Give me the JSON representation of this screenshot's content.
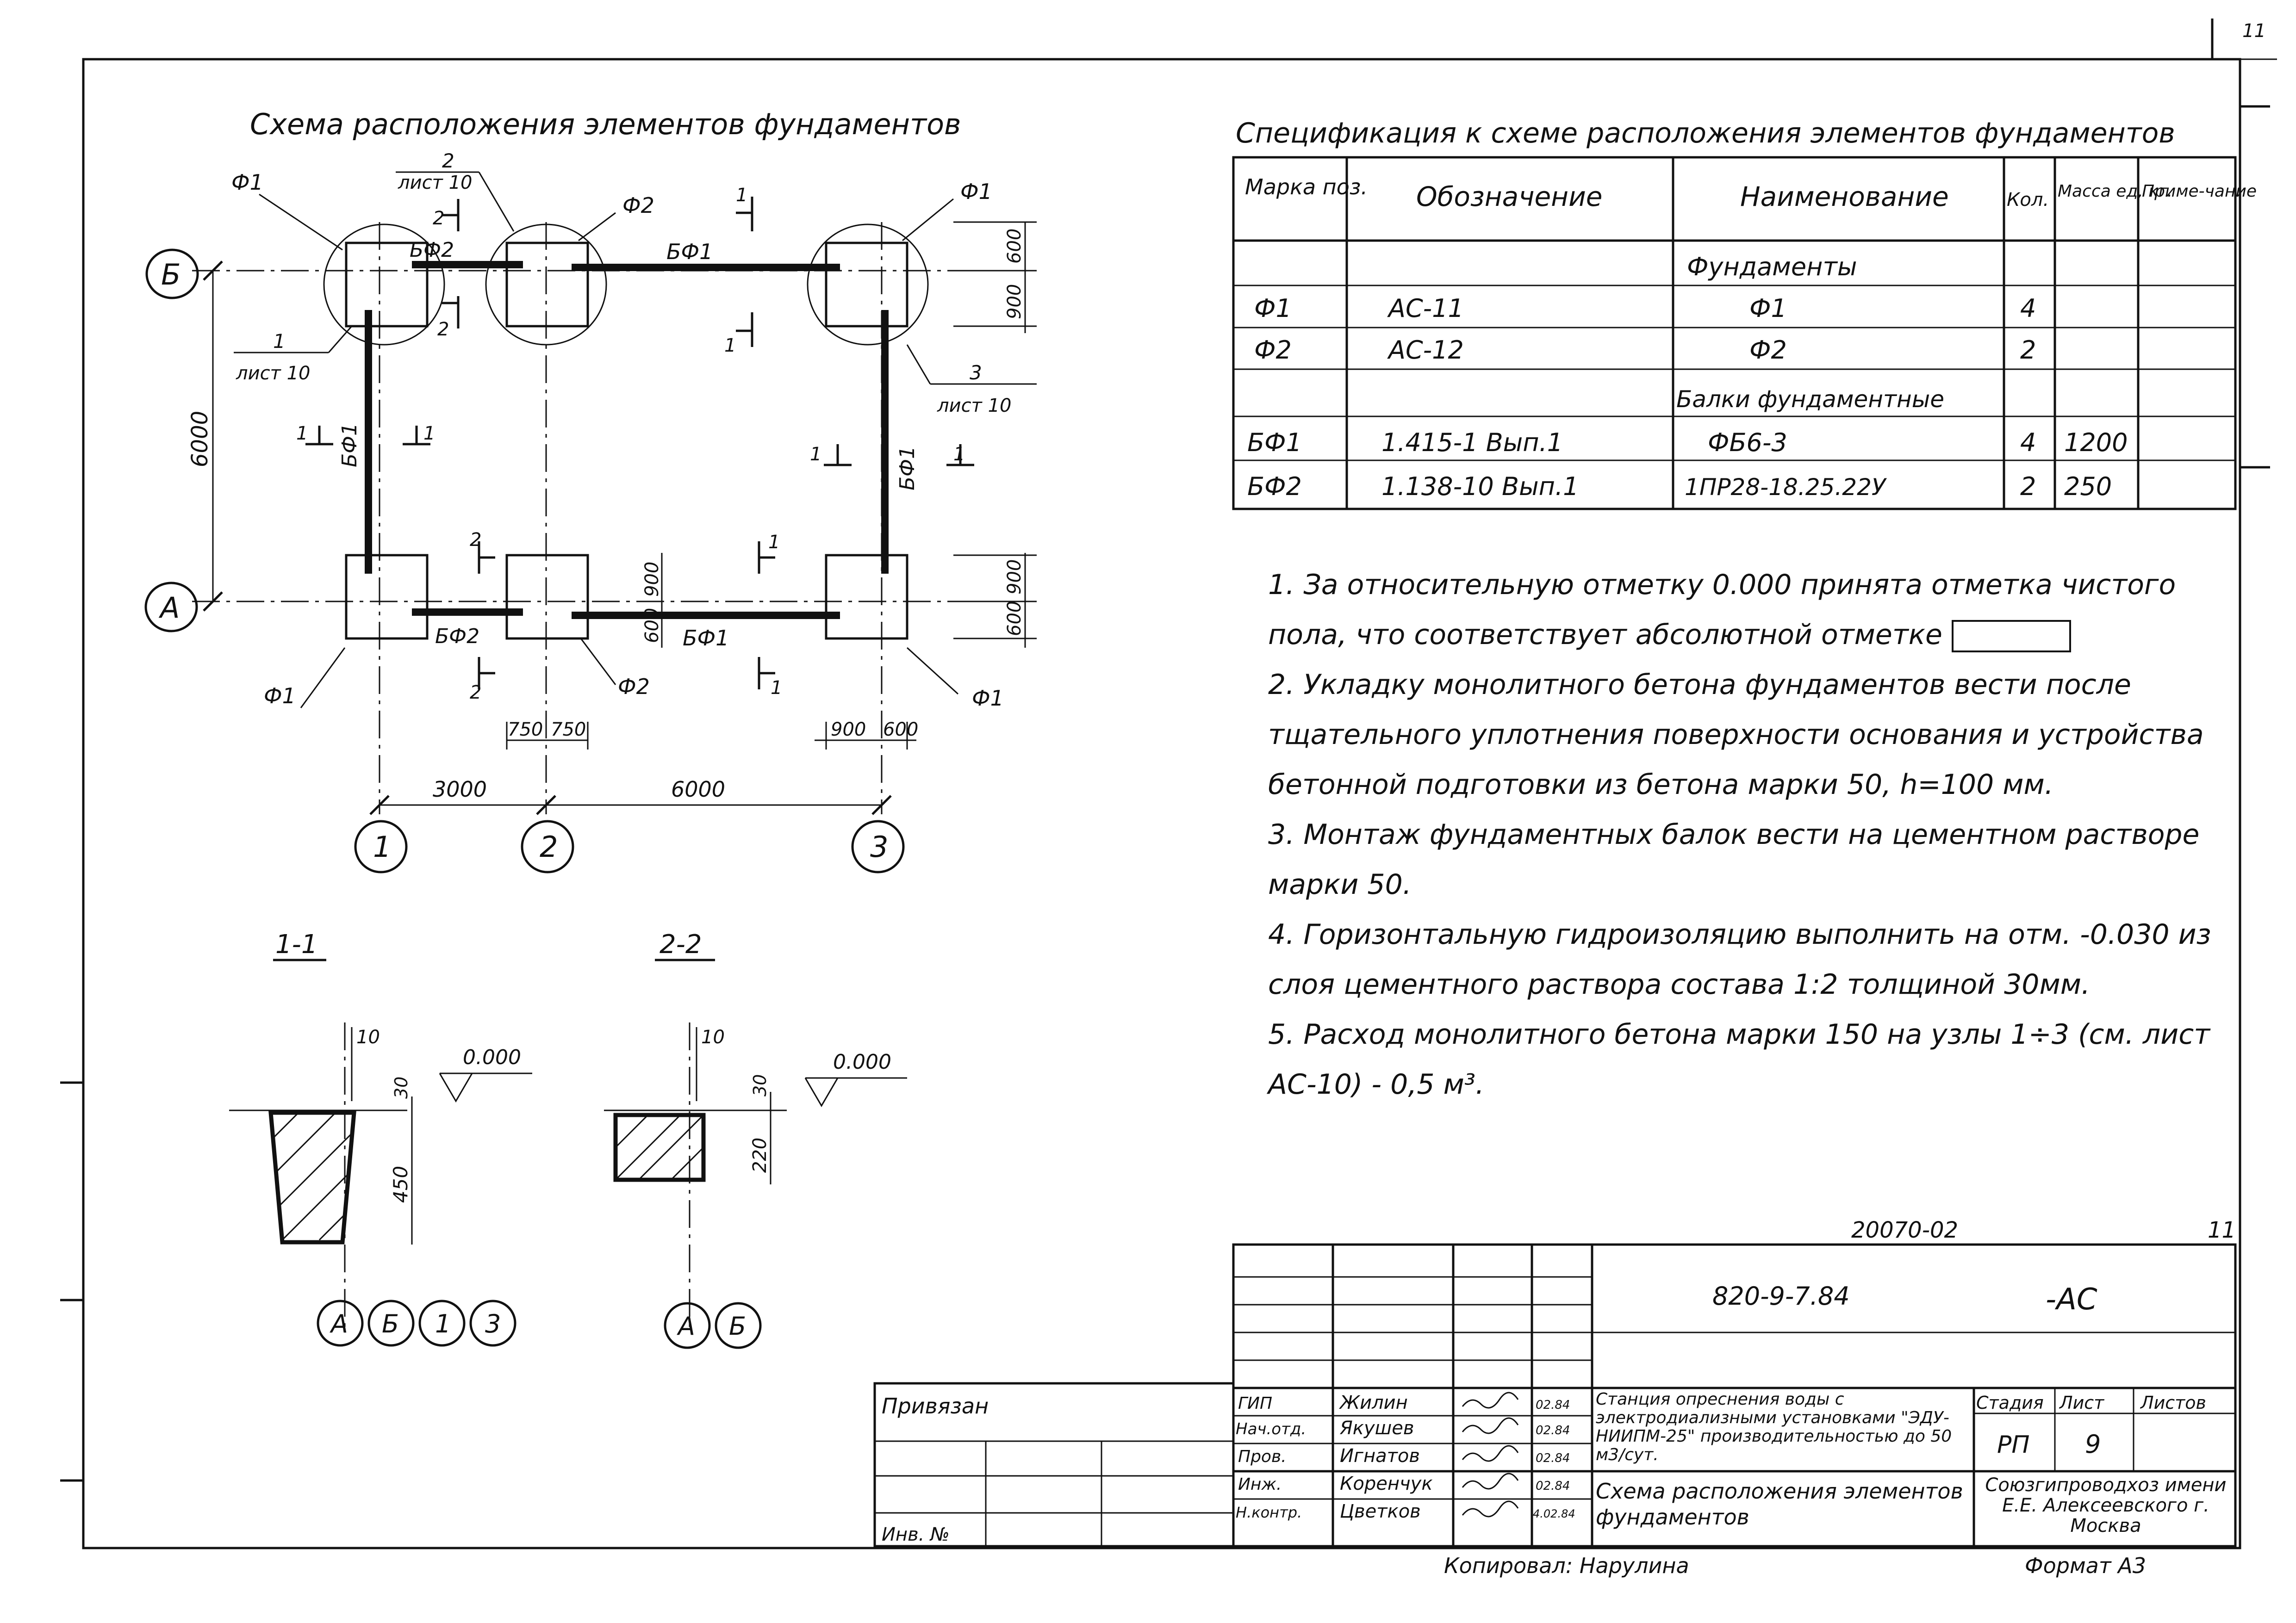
{
  "page_number": "11",
  "scheme_title": "Схема расположения элементов фундаментов",
  "plan": {
    "axes_rows": [
      "Б",
      "А"
    ],
    "axes_cols": [
      "1",
      "2",
      "3"
    ],
    "labels": {
      "f1": "Ф1",
      "f2": "Ф2",
      "bf1": "БФ1",
      "bf2": "БФ2",
      "sec1": "1",
      "sec2": "2",
      "sec3": "3",
      "list10": "лист 10"
    },
    "dims": {
      "d6000": "6000",
      "d3000": "3000",
      "d600": "600",
      "d900": "900",
      "d750": "750"
    }
  },
  "sections": {
    "s11": {
      "title": "1-1",
      "d10": "10",
      "d30": "30",
      "d450": "450",
      "level": "0.000",
      "axes": [
        "А",
        "Б",
        "1",
        "3"
      ]
    },
    "s22": {
      "title": "2-2",
      "d10": "10",
      "d30": "30",
      "d220": "220",
      "level": "0.000",
      "axes": [
        "А",
        "Б"
      ]
    }
  },
  "spec": {
    "title": "Спецификация к схеме расположения элементов фундаментов",
    "headers": [
      "Марка поз.",
      "Обозначение",
      "Наименование",
      "Кол.",
      "Масса ед, кг.",
      "Приме-чание"
    ],
    "rows": [
      {
        "mark": "",
        "designation": "",
        "name": "Фундаменты",
        "qty": "",
        "mass": "",
        "note": ""
      },
      {
        "mark": "Ф1",
        "designation": "АС-11",
        "name": "Ф1",
        "qty": "4",
        "mass": "",
        "note": ""
      },
      {
        "mark": "Ф2",
        "designation": "АС-12",
        "name": "Ф2",
        "qty": "2",
        "mass": "",
        "note": ""
      },
      {
        "mark": "",
        "designation": "",
        "name": "Балки фундаментные",
        "qty": "",
        "mass": "",
        "note": ""
      },
      {
        "mark": "БФ1",
        "designation": "1.415-1 Вып.1",
        "name": "ФБ6-3",
        "qty": "4",
        "mass": "1200",
        "note": ""
      },
      {
        "mark": "БФ2",
        "designation": "1.138-10 Вып.1",
        "name": "1ПР28-18.25.22У",
        "qty": "2",
        "mass": "250",
        "note": ""
      }
    ]
  },
  "notes": [
    "1. За относительную отметку 0.000 принята отметка чистого пола, что соответствует абсолютной отметке",
    "2. Укладку монолитного бетона фундаментов вести после тщательного уплотнения поверхности основания и устройства бетонной подготовки из бетона марки 50, h=100 мм.",
    "3. Монтаж фундаментных балок вести на цементном растворе марки 50.",
    "4. Горизонтальную гидроизоляцию выполнить на отм. -0.030 из слоя цементного раствора состава 1:2 толщиной 30мм.",
    "5. Расход монолитного бетона марки 150 на узлы 1÷3 (см. лист АС-10) - 0,5 м³."
  ],
  "title_block": {
    "archive_no": "20070-02",
    "sheet_mark": "11",
    "code": "820-9-7.84",
    "code_suffix": "-АС",
    "privyazan": "Привязан",
    "inv_no": "Инв. №",
    "staff": [
      {
        "role": "ГИП",
        "name": "Жилин",
        "date": "02.84"
      },
      {
        "role": "Нач.отд.",
        "name": "Якушев",
        "date": "02.84"
      },
      {
        "role": "Пров.",
        "name": "Игнатов",
        "date": "02.84"
      },
      {
        "role": "Инж.",
        "name": "Коренчук",
        "date": "02.84"
      },
      {
        "role": "Н.контр.",
        "name": "Цветков",
        "date": "4.02.84"
      }
    ],
    "project_title": "Станция опреснения воды с электродиализными установками \"ЭДУ-НИИПМ-25\" производительностью до 50 м3/сут.",
    "sheet_title": "Схема расположения элементов фундаментов",
    "stage_label": "Стадия",
    "sheet_label": "Лист",
    "sheets_label": "Листов",
    "stage": "РП",
    "sheet": "9",
    "org": "Союзгипроводхоз имени Е.Е. Алексеевского г. Москва",
    "copied": "Копировал: Нарулина",
    "format": "Формат А3"
  }
}
